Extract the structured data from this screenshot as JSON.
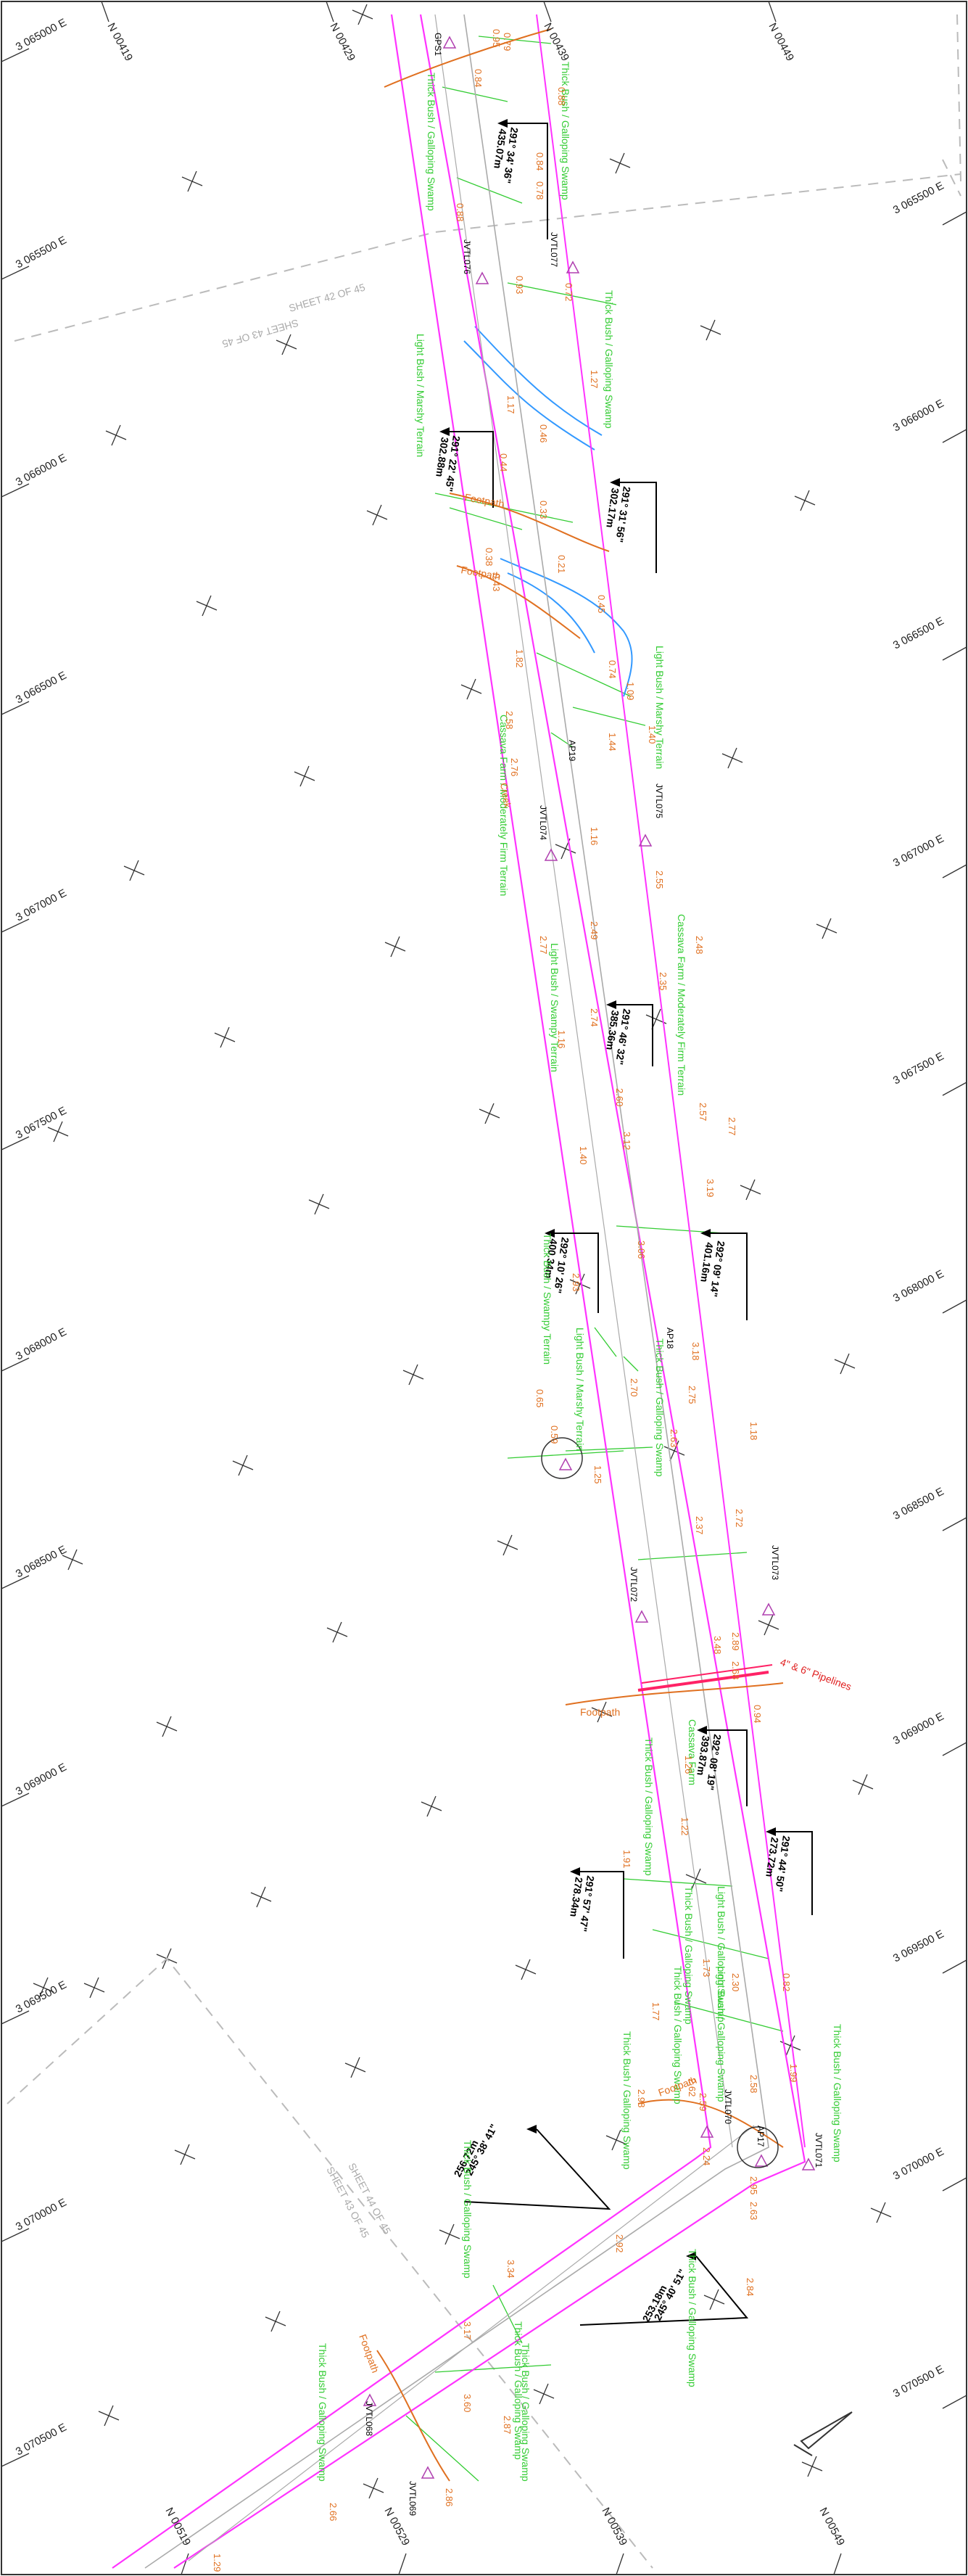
{
  "grid_labels_left": [
    "3 065000 E",
    "3 065500 E",
    "3 066000 E",
    "3 066500 E",
    "3 067000 E",
    "3 067500 E",
    "3 068000 E",
    "3 068500 E",
    "3 069000 E",
    "3 069500 E",
    "3 070000 E",
    "3 070500 E"
  ],
  "grid_labels_right": [
    "3 065500 E",
    "3 066000 E",
    "3 066500 E",
    "3 067000 E",
    "3 067500 E",
    "3 068000 E",
    "3 068500 E",
    "3 069000 E",
    "3 069500 E",
    "3 070000 E",
    "3 070500 E"
  ],
  "northing_labels_top": [
    "N 00419",
    "N 00429",
    "N 00439",
    "N 00449"
  ],
  "northing_labels_bottom": [
    "N 00519",
    "N 00529",
    "N 00539",
    "N 00549"
  ],
  "sheet_labels": [
    "SHEET 42 OF 45",
    "SHEET 43 OF 45",
    "SHEET 43 OF 45",
    "SHEET 44 OF 45"
  ],
  "stations": [
    "GPS1",
    "JVTL077",
    "JVTL076",
    "JVTL075",
    "JVTL074",
    "AP19",
    "AP18",
    "JVTL073",
    "JVTL072",
    "JVTL071",
    "JVTL070",
    "JVTL069",
    "JVTL068",
    "AP17"
  ],
  "bearings": [
    {
      "angle": "291° 34' 36\"",
      "dist": "435.07m"
    },
    {
      "angle": "291° 22' 45\"",
      "dist": "302.88m"
    },
    {
      "angle": "291° 31' 56\"",
      "dist": "302.17m"
    },
    {
      "angle": "291° 46' 32\"",
      "dist": "385.36m"
    },
    {
      "angle": "292° 10' 26\"",
      "dist": "400.34m"
    },
    {
      "angle": "292° 09' 14\"",
      "dist": "401.16m"
    },
    {
      "angle": "292° 08' 19\"",
      "dist": "393.87m"
    },
    {
      "angle": "291° 44' 50\"",
      "dist": "273.72m"
    },
    {
      "angle": "291° 57' 47\"",
      "dist": "278.34m"
    },
    {
      "angle": "245° 38' 41\"",
      "dist": "256.72m"
    },
    {
      "angle": "245° 40' 51\"",
      "dist": "253.18m"
    }
  ],
  "terrain_labels": [
    "Thick Bush / Galloping Swamp",
    "Thick Bush / Galloping Swamp",
    "Thick Bush / Galloping Swamp",
    "Light Bush / Marshy Terrain",
    "Light Bush / Marshy Terrain",
    "Cassava Farm / Moderately Firm Terrain",
    "Cassava Farm / Moderately Firm Terrain",
    "Light Bush / Swampy Terrain",
    "Thick Bush / Swampy Terrain",
    "Light Bush / Marshy Terrain",
    "Thick Bush / Galloping Swamp",
    "Cassava Farm",
    "Thick Bush / Galloping Swamp",
    "Light Bush / Galloping Swamp",
    "Thick Bush / Galloping Swamp",
    "Light Bush / Galloping Swamp",
    "Thick Bush / Galloping Swamp",
    "Thick Bush / Galloping Swamp",
    "Thick Bush / Galloping Swamp",
    "Thick Bush / Galloping Swamp",
    "Thick Bush / Galloping Swamp",
    "Thick Bush / Galloping Swamp",
    "Thick Bush / Galloping Swamp",
    "Thick Bush / Galloping Swamp"
  ],
  "features": {
    "footpath_1": "Footpath",
    "footpath_2": "Footpath",
    "footpath_3": "Footpath",
    "footpath_4": "Footpath",
    "footpath_5": "Footpath",
    "pipelines": "4\" & 6\" Pipelines",
    "creek": "Creek"
  },
  "level_values_left": [
    "0.84",
    "0.88",
    "0.93",
    "1.17",
    "0.44",
    "0.38",
    "0.43",
    "1.82",
    "2.58",
    "2.76",
    "2.77",
    "1.16",
    "1.40",
    "2.93",
    "0.65",
    "0.59",
    "1.25",
    "1.91",
    "1.77",
    "2.62",
    "3.17",
    "3.60",
    "2.86",
    "2.66",
    "1.29"
  ],
  "level_values_center": [
    "0.95",
    "0.78",
    "0.72",
    "1.27",
    "0.46",
    "0.33",
    "0.21",
    "0.45",
    "0.74",
    "1.44",
    "1.16",
    "2.49",
    "2.74",
    "2.60",
    "3.12",
    "3.06",
    "2.70",
    "2.63",
    "2.37",
    "2.89",
    "2.98",
    "1.26",
    "1.22",
    "1.73",
    "2.59",
    "2.24",
    "2.92",
    "3.34",
    "2.87"
  ],
  "level_values_right": [
    "0.88",
    "0.79",
    "0.84",
    "1.09",
    "1.40",
    "2.55",
    "2.48",
    "2.35",
    "2.57",
    "3.19",
    "3.18",
    "2.75",
    "2.72",
    "1.18",
    "2.77",
    "3.48",
    "2.68",
    "0.94",
    "2.30",
    "0.82",
    "1.99",
    "2.58",
    "2.95",
    "2.63",
    "2.84"
  ],
  "colors": {
    "route_line": "#ff33ff",
    "centerline": "#999999",
    "terrain_text": "#33cc33",
    "level_text": "#e07020",
    "creek": "#3399ff",
    "pipeline": "#ff2266",
    "grid": "#333333",
    "sheet_line": "#bbbbbb"
  }
}
